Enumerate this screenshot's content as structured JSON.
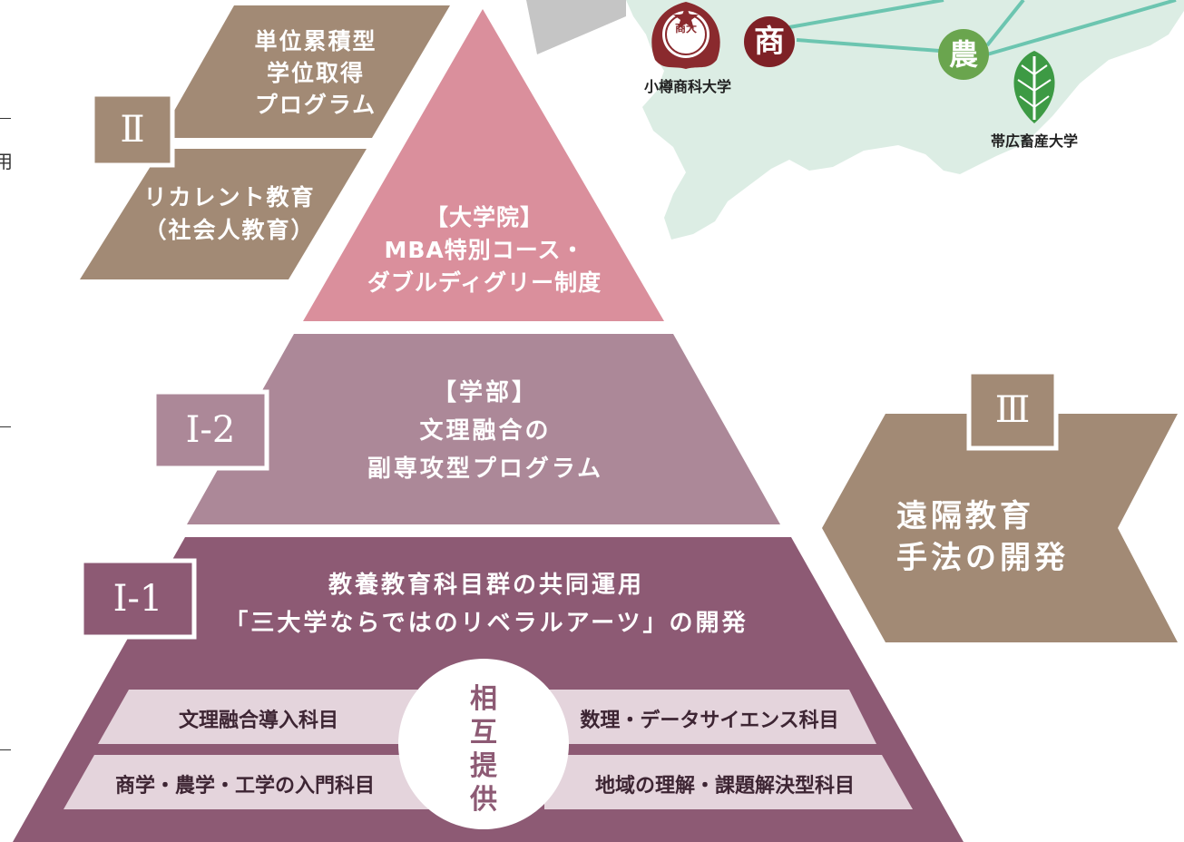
{
  "left_edge": {
    "glyph": "用"
  },
  "map": {
    "otaru_label": "小樽商科大学",
    "obihiro_label": "帯広畜産大学",
    "badge_commerce": "商",
    "badge_agri": "農",
    "seal_text": "商大"
  },
  "section2": {
    "numeral": "Ⅱ",
    "box1_lines": [
      "単位累積型",
      "学位取得",
      "プログラム"
    ],
    "box2_lines": [
      "リカレント教育",
      "（社会人教育）"
    ]
  },
  "tier_top": {
    "lines": [
      "【大学院】",
      "MBA特別コース・",
      "ダブルディグリー制度"
    ]
  },
  "tier_mid": {
    "numeral": "Ⅰ-2",
    "lines": [
      "【学部】",
      "文理融合の",
      "副専攻型プログラム"
    ]
  },
  "tier_bottom": {
    "numeral": "Ⅰ-1",
    "lines": [
      "教養教育科目群の共同運用",
      "「三大学ならではのリベラルアーツ」の開発"
    ],
    "bars": {
      "left_top": "文理融合導入科目",
      "left_bottom": "商学・農学・工学の入門科目",
      "right_top": "数理・データサイエンス科目",
      "right_bottom": "地域の理解・課題解決型科目"
    },
    "mutual": [
      "相",
      "互",
      "提",
      "供"
    ]
  },
  "section3": {
    "numeral": "Ⅲ",
    "lines": [
      "遠隔教育",
      "手法の開発"
    ]
  },
  "colors": {
    "tan": "#a28a75",
    "pink": "#da8f9c",
    "mauve": "#ac8898",
    "plum": "#8d5a74",
    "bar": "#e4d4dc",
    "map": "#dcede4",
    "line": "#6cc5b0",
    "maroon": "#7e2126",
    "green": "#6aa54e"
  }
}
